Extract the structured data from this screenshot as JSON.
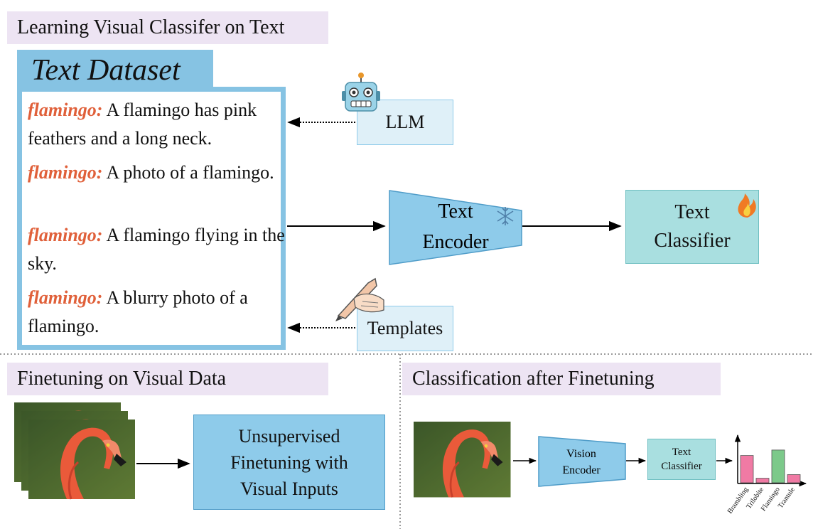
{
  "sections": {
    "text_learning": "Learning Visual Classifer on Text",
    "visual_finetune": "Finetuning on Visual Data",
    "classification": "Classification after Finetuning"
  },
  "dataset": {
    "title": "Text Dataset",
    "entries": [
      {
        "cls": "flamingo:",
        "text": " A flamingo has pink feathers and a long neck."
      },
      {
        "cls": "flamingo:",
        "text": " A photo of a flamingo."
      },
      {
        "cls": "flamingo:",
        "text": " A flamingo flying in the sky."
      },
      {
        "cls": "flamingo:",
        "text": " A blurry photo of a flamingo."
      }
    ]
  },
  "sources": {
    "llm": "LLM",
    "templates": "Templates"
  },
  "modules": {
    "text_encoder": "Text Encoder",
    "text_classifier": "Text Classifier",
    "unsupervised": "Unsupervised Finetuning with Visual Inputs",
    "vision_encoder": "Vision Encoder",
    "small_text_classifier": "Text Classifier"
  },
  "icons": [
    "robot-icon",
    "pen-hand-icon",
    "snowflake-icon",
    "fire-icon",
    "flamingo-photo"
  ],
  "colors": {
    "section_bg": "#ede4f3",
    "dataset_blue": "#86c3e3",
    "encoder_blue": "#8ecbea",
    "classifier_teal": "#a9dfe0",
    "class_label": "#e0603a",
    "bar_pink": "#f07aa4",
    "bar_green": "#7cc98a"
  },
  "chart_data": {
    "type": "bar",
    "categories": [
      "Brambling",
      "Trilobite",
      "Flamingo",
      "Trantule"
    ],
    "values": [
      0.6,
      0.1,
      0.72,
      0.18
    ],
    "colors": [
      "#f07aa4",
      "#f07aa4",
      "#7cc98a",
      "#f07aa4"
    ],
    "ylim": [
      0,
      1
    ],
    "title": "",
    "xlabel": "",
    "ylabel": ""
  }
}
